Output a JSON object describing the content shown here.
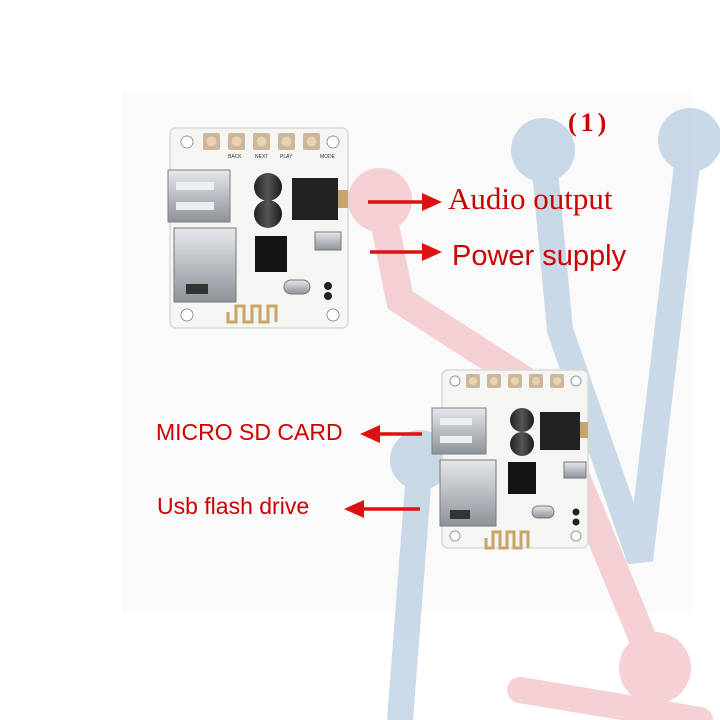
{
  "labels": {
    "figure_number": "(1)",
    "audio_output": "Audio output",
    "power_supply": "Power supply",
    "micro_sd_card": "MICRO SD CARD",
    "usb_flash_drive": "Usb flash drive"
  },
  "board_silkscreen": [
    "BACK",
    "NEXT",
    "PLAY",
    "MODE"
  ],
  "colors": {
    "label": "#cc0000",
    "pcb": "#f7f7f5",
    "watermark_blue": "#b9cde0",
    "watermark_red": "#f3c6cc"
  }
}
